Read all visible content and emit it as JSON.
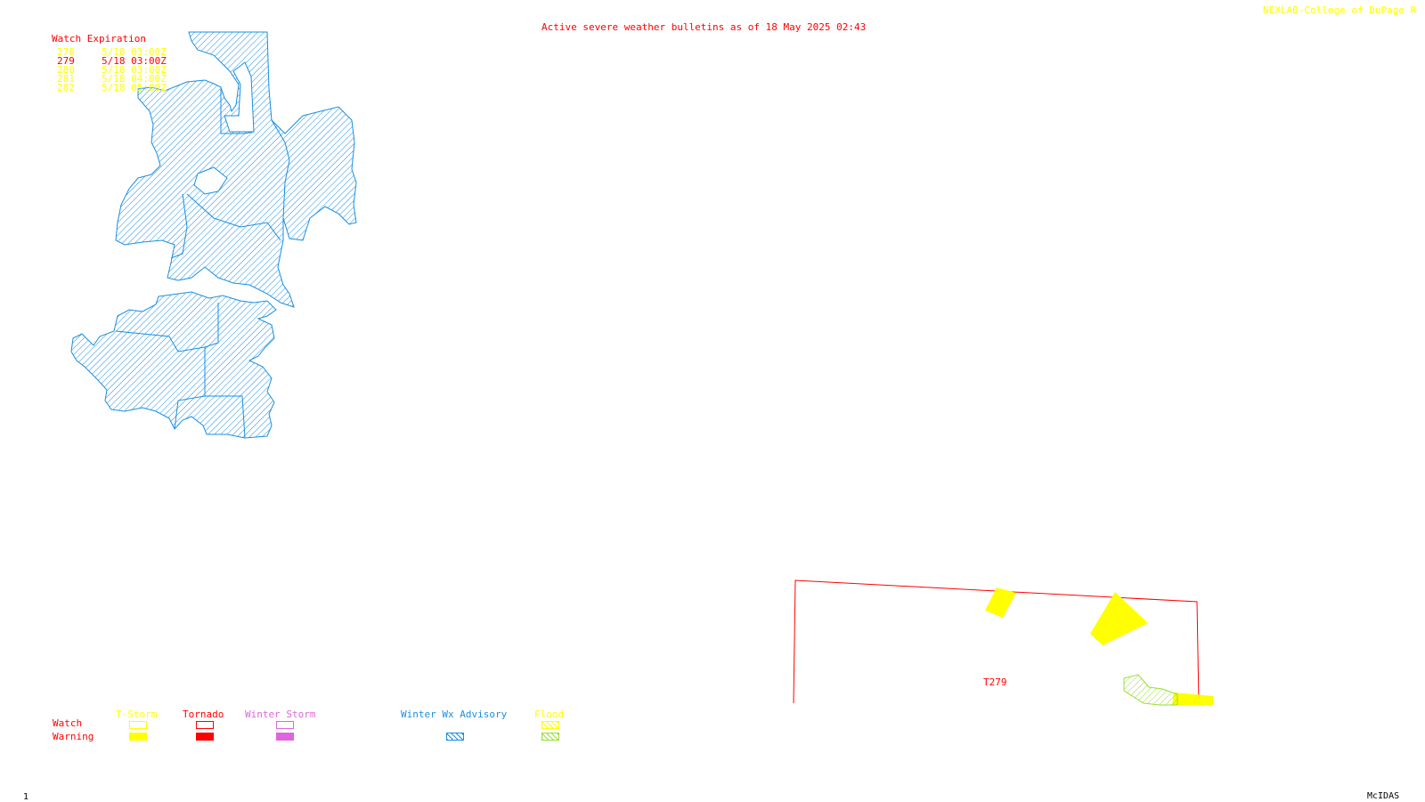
{
  "header": {
    "title": "Active severe weather bulletins as of 18 May 2025 02:43",
    "source": "NEXLAB-College of DuPage R"
  },
  "watch_expiration": {
    "heading": "Watch Expiration",
    "rows": [
      {
        "id": "278",
        "time": "5/18 03:00Z",
        "color": "#ffff00"
      },
      {
        "id": "279",
        "time": "5/18 03:00Z",
        "color": "#ff0000"
      },
      {
        "id": "280",
        "time": "5/18 03:00Z",
        "color": "#ffff00"
      },
      {
        "id": "281",
        "time": "5/18 04:00Z",
        "color": "#ffff00"
      },
      {
        "id": "282",
        "time": "5/18 05:00Z",
        "color": "#ffff00"
      }
    ]
  },
  "map": {
    "watch_label": "T279"
  },
  "legend": {
    "row_watch": "Watch",
    "row_warning": "Warning",
    "columns": {
      "tstorm": "T-Storm",
      "tornado": "Tornado",
      "winter_storm": "Winter Storm",
      "winter_wx_advisory": "Winter Wx Advisory",
      "flood": "Flood"
    },
    "colors": {
      "tstorm": "#ffff00",
      "tornado": "#ff0000",
      "winter_storm": "#dd66dd",
      "winter_wx_advisory": "#1a8fe0",
      "flood": "#99dd33"
    }
  },
  "footer": {
    "frame_number": "1",
    "software": "McIDAS"
  }
}
